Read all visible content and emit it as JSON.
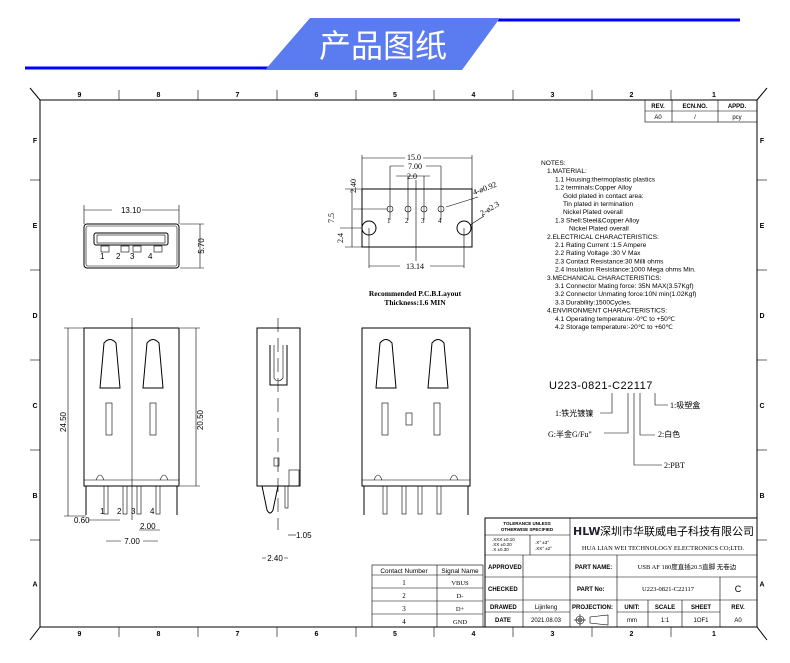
{
  "header": {
    "title": "产品图纸",
    "accent": "#0000ff",
    "banner_color": "#5b7bf0"
  },
  "frame": {
    "columns": [
      "9",
      "8",
      "7",
      "6",
      "5",
      "4",
      "3",
      "2",
      "1"
    ],
    "rows": [
      "F",
      "E",
      "D",
      "C",
      "B",
      "A"
    ]
  },
  "revision": {
    "headers": [
      "REV.",
      "ECN.NO.",
      "APPD."
    ],
    "values": [
      "A0",
      "/",
      "pcy"
    ]
  },
  "dimensions": {
    "face_width": "13.10",
    "face_height": "5.70",
    "height_total": "24.50",
    "height_body": "20.50",
    "pin_offset": "0.60",
    "pin_pitch": "2.00",
    "pin_span": "7.00",
    "side_pin": "1.05",
    "side_width": "2.40",
    "pins": [
      "1",
      "2",
      "3",
      "4"
    ]
  },
  "pcb": {
    "width": "15.0",
    "pin_span": "7.00",
    "pitch": "2.0",
    "row_offset": "2.40",
    "height": "7.5",
    "hole_offset": "2.4",
    "hole_span": "13.14",
    "small_holes": "4-ø0.92",
    "big_holes": "2-ø2.3",
    "title": "Recommended P.C.B.Layout",
    "thickness": "Thickness:1.6 MIN"
  },
  "notes": [
    "NOTES:",
    "1.MATERIAL:",
    "1.1 Housing:thermoplastic plastics",
    "1.2 terminals:Copper Alloy",
    "Gold plated in contact area:",
    "Tin plated in termination",
    "Nickel Plated overall",
    "1.3 Shell:Steel&Copper Alloy",
    "Nickel Plated overall",
    "2.ELECTRICAL CHARACTERISTICS:",
    "2.1 Rating Current :1.5 Ampere",
    "2.2 Rating Voltage :30 V Max",
    "2.3 Contact Resistance:30 Milli ohms",
    "2.4 Insulation Resistance:1000 Mega ohms Min.",
    "3.MECHANICAL CHARACTERISTICS:",
    "3.1 Connector Mating force: 35N MAX(3.57Kgf)",
    "3.2 Connector Unmating force:10N min(1.02Kgf)",
    "3.3 Durability:1500Cycles.",
    "4.ENVIRONMENT CHARACTERISTICS:",
    "4.1 Operating temperature:-0℃ to +50℃",
    "4.2 Storage temperature:-20℃ to +60℃"
  ],
  "part_code": {
    "code": "U223-0821-C22117",
    "callouts": [
      "1:铁光镀镍",
      "G:半金G/Fu\"",
      "2:PBT",
      "2:白色",
      "1:吸塑盒"
    ]
  },
  "signal_table": {
    "headers": [
      "Contact Number",
      "Signal Name"
    ],
    "rows": [
      [
        "1",
        "VBUS"
      ],
      [
        "2",
        "D-"
      ],
      [
        "3",
        "D+"
      ],
      [
        "4",
        "GND"
      ]
    ]
  },
  "title_block": {
    "tolerance_title": "TOLERANCE UNLESS",
    "tolerance_title2": "OTHERWISE SPECIFIED",
    "tol_lines": [
      ".XXX ±0.10",
      ".XX ±0.20",
      ".X ±0.30"
    ],
    "tol_angles": [
      ".X° ±3°",
      ".XX° ±2°"
    ],
    "logo": "HLW",
    "company_cn": "深圳市华联威电子科技有限公司",
    "company_en": "HUA LIAN WEI TECHNOLOGY ELECTRONICS CO;LTD.",
    "approved": "APPROVED",
    "checked": "CHECKED",
    "drawed": "DRAWED",
    "drawer": "Lijinfeng",
    "date_label": "DATE",
    "date": "2021.08.03",
    "part_name_label": "PART NAME:",
    "part_name": "USB AF 180度直插20.5直脚 无卷边",
    "part_no_label": "PART No:",
    "part_no": "U223-0821-C22117",
    "size": "C",
    "projection": "PROJECTION:",
    "unit_label": "UNIT:",
    "unit": "mm",
    "scale_label": "SCALE",
    "scale": "1:1",
    "sheet_label": "SHEET",
    "sheet": "1OF1",
    "rev_label": "REV.",
    "rev": "A0"
  }
}
